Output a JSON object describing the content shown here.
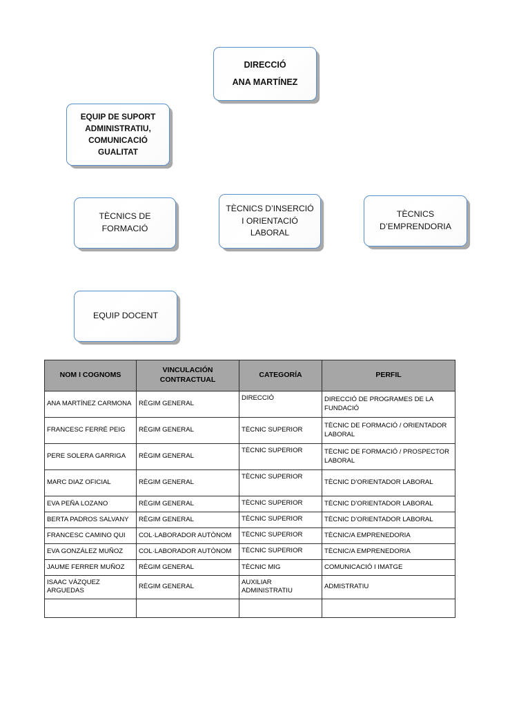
{
  "org_chart": {
    "boxes": [
      {
        "id": "direccio",
        "lines": [
          "DIRECCIÓ",
          "ANA MARTÍNEZ"
        ],
        "bold": true
      },
      {
        "id": "suport",
        "lines": [
          "EQUIP DE SUPORT",
          "ADMINISTRATIU,",
          "COMUNICACIÓ",
          "GUALITAT"
        ],
        "bold": true
      },
      {
        "id": "formacio",
        "lines": [
          "TÈCNICS DE",
          "FORMACIÓ"
        ],
        "bold": false
      },
      {
        "id": "insercio",
        "lines": [
          "TÈCNICS D’INSERCIÓ",
          "I ORIENTACIÓ",
          "LABORAL"
        ],
        "bold": false
      },
      {
        "id": "emprendoria",
        "lines": [
          "TÈCNICS",
          "D’EMPRENDORIA"
        ],
        "bold": false
      },
      {
        "id": "docent",
        "lines": [
          "EQUIP DOCENT"
        ],
        "bold": false
      }
    ]
  },
  "staff_table": {
    "headers": [
      "NOM I COGNOMS",
      "VINCULACIÓN CONTRACTUAL",
      "CATEGORÍA",
      "PERFIL"
    ],
    "headers_split": [
      {
        "l1": "NOM I COGNOMS",
        "l2": ""
      },
      {
        "l1": "VINCULACIÓN",
        "l2": "CONTRACTUAL"
      },
      {
        "l1": "CATEGORÍA",
        "l2": ""
      },
      {
        "l1": "PERFIL",
        "l2": ""
      }
    ],
    "rows": [
      {
        "nom": "ANA MARTÍNEZ CARMONA",
        "vinculacio": "RÈGIM GENERAL",
        "categoria": "DIRECCIÓ",
        "perfil": "DIRECCIÓ DE PROGRAMES DE LA FUNDACIÓ"
      },
      {
        "nom": "FRANCESC FERRÉ PEIG",
        "vinculacio": "RÈGIM GENERAL",
        "categoria": "TÈCNIC SUPERIOR",
        "perfil": "TÈCNIC DE FORMACIÓ / ORIENTADOR LABORAL"
      },
      {
        "nom": "PERE SOLERA GARRIGA",
        "vinculacio": "RÈGIM GENERAL",
        "categoria": "TÈCNIC SUPERIOR",
        "perfil": "TÈCNIC DE FORMACIÓ / PROSPECTOR LABORAL"
      },
      {
        "nom": "MARC DIAZ OFICIAL",
        "vinculacio": "RÈGIM GENERAL",
        "categoria": "TÈCNIC SUPERIOR",
        "perfil": "TÈCNIC D’ORIENTADOR LABORAL"
      },
      {
        "nom": "EVA PEÑA LOZANO",
        "vinculacio": "RÈGIM GENERAL",
        "categoria": "TÈCNIC SUPERIOR",
        "perfil": "TÈCNIC D’ORIENTADOR LABORAL"
      },
      {
        "nom": "BERTA PADROS SALVANY",
        "vinculacio": "RÈGIM GENERAL",
        "categoria": "TÈCNIC SUPERIOR",
        "perfil": "TÈCNIC D’ORIENTADOR LABORAL"
      },
      {
        "nom": "FRANCESC CAMINO QUI",
        "vinculacio": "COL·LABORADOR AUTÒNOM",
        "categoria": "TÈCNIC SUPERIOR",
        "perfil": "TÈCNIC/A EMPRENEDORIA"
      },
      {
        "nom": "EVA GONZÁLEZ MUÑOZ",
        "vinculacio": "COL·LABORADOR AUTÒNOM",
        "categoria": "TÈCNIC SUPERIOR",
        "perfil": "TÈCNIC/A EMPRENEDORIA"
      },
      {
        "nom": "JAUME FERRER MUÑOZ",
        "vinculacio": "RÈGIM GENERAL",
        "categoria": "TÈCNIC MIG",
        "perfil": "COMUNICACIÓ I IMATGE"
      },
      {
        "nom": "ISAAC VÁZQUEZ ARGUEDAS",
        "vinculacio": "RÈGIM GENERAL",
        "categoria": "AUXILIAR ADMINISTRATIU",
        "perfil": "ADMISTRATIU"
      },
      {
        "nom": "",
        "vinculacio": "",
        "categoria": "",
        "perfil": ""
      }
    ]
  },
  "colors": {
    "box_border": "#5b8fc9",
    "box_shadow": "#a9a9a9",
    "table_header_bg": "#a6a6a6",
    "table_border": "#2e2e2e",
    "page_bg": "#ffffff"
  }
}
